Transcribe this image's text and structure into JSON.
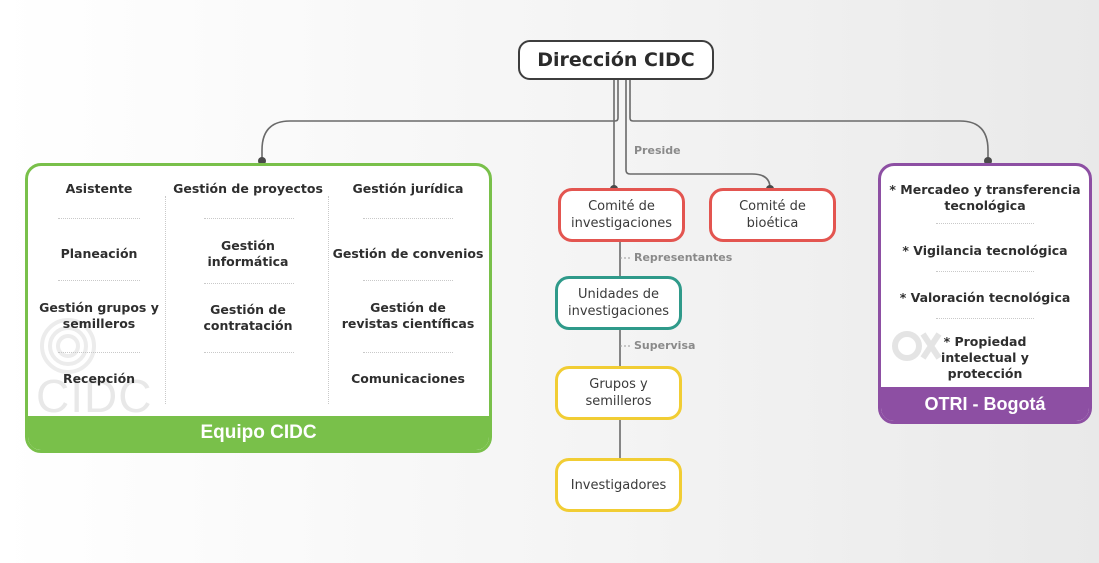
{
  "top": {
    "label": "Dirección CIDC"
  },
  "connector_labels": {
    "preside": "Preside",
    "representantes": "Representantes",
    "supervisa": "Supervisa"
  },
  "team": {
    "footer": "Equipo CIDC",
    "watermark": "CIDC",
    "col1": [
      "Asistente",
      "Planeación",
      "Gestión grupos y semilleros",
      "Recepción"
    ],
    "col2": [
      "Gestión de proyectos",
      "Gestión informática",
      "Gestión de contratación"
    ],
    "col3": [
      "Gestión jurídica",
      "Gestión de convenios",
      "Gestión de revistas científicas",
      "Comunicaciones"
    ]
  },
  "center": {
    "comite_investigaciones": "Comité de investigaciones",
    "comite_bioetica": "Comité de bioética",
    "unidades": "Unidades de investigaciones",
    "grupos": "Grupos y semilleros",
    "investigadores": "Investigadores"
  },
  "otri": {
    "footer": "OTRI - Bogotá",
    "items": [
      "* Mercadeo y transferencia tecnológica",
      "* Vigilancia tecnológica",
      "* Valoración tecnológica",
      "* Propiedad intelectual y protección"
    ]
  },
  "colors": {
    "team": "#79c04a",
    "otri": "#8d4fa3",
    "red": "#e35550",
    "teal": "#2f9a8a",
    "yellow": "#f1cd34",
    "line": "#6a6a6a"
  }
}
